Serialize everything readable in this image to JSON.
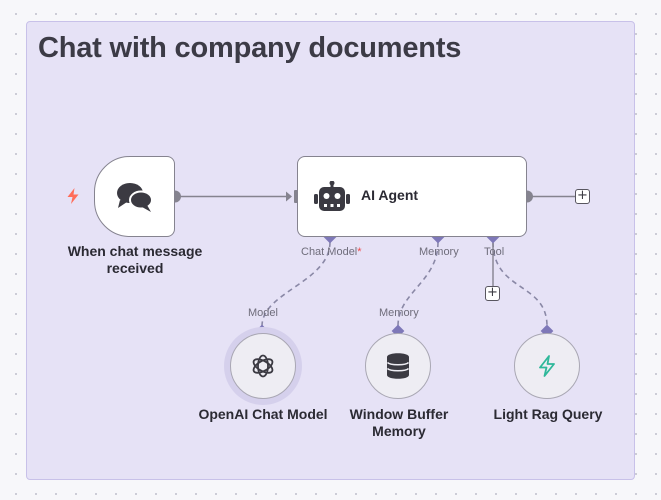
{
  "sticky_note": {
    "title": "Chat with company documents"
  },
  "nodes": {
    "chat_trigger": {
      "label": "When chat message received",
      "icon": "chat-bubbles-icon",
      "trigger_icon": "lightning-icon"
    },
    "ai_agent": {
      "label": "AI Agent",
      "icon": "robot-icon"
    },
    "openai_chat_model": {
      "label": "OpenAI Chat Model",
      "icon": "openai-icon"
    },
    "window_buffer_memory": {
      "label": "Window Buffer Memory",
      "icon": "database-icon"
    },
    "light_rag_query": {
      "label": "Light Rag Query",
      "icon": "lightning-icon"
    }
  },
  "agent_inputs": {
    "chat_model": "Chat Model",
    "chat_model_required": "*",
    "memory": "Memory",
    "tool": "Tool"
  },
  "sub_outputs": {
    "openai": "Model",
    "memory": "Memory"
  },
  "controls": {
    "add_symbol": "+"
  },
  "colors": {
    "canvas_bg": "#f7f7fa",
    "sticky_bg": "#e6e2f6",
    "sticky_border": "#c8c1e9",
    "connection": "#8a88a6",
    "handle": "#7e78b8",
    "trigger_accent": "#ff6d5a",
    "tool_accent": "#2fb89a",
    "required": "#ee4b4b"
  }
}
